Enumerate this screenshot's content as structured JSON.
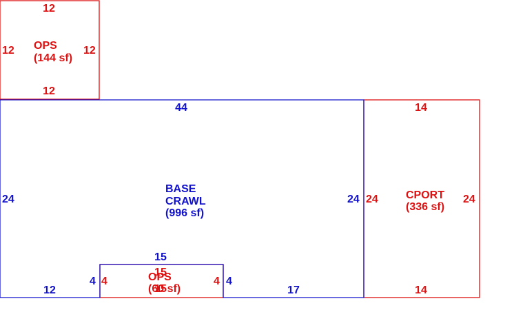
{
  "colors": {
    "ops": "#dd1111",
    "base": "#1111cc",
    "cport": "#dd1111"
  },
  "areas": {
    "ops_top": {
      "name": "OPS",
      "area": "(144 sf)",
      "dims": {
        "top": "12",
        "bottom": "12",
        "left": "12",
        "right": "12"
      }
    },
    "base": {
      "name_line1": "BASE",
      "name_line2": "CRAWL",
      "area": "(996 sf)",
      "dims": {
        "top": "44",
        "left": "24",
        "right": "24",
        "bottom_left": "12",
        "bottom_right": "17",
        "notch_top": "15",
        "notch_left": "4",
        "notch_right": "4"
      }
    },
    "cport": {
      "name": "CPORT",
      "area": "(336 sf)",
      "dims": {
        "top": "14",
        "bottom": "14",
        "left": "24",
        "right": "24"
      }
    },
    "ops_bottom": {
      "name": "OPS",
      "area": "(60 sf)",
      "dims": {
        "top": "15",
        "bottom": "15",
        "left": "4",
        "right": "4"
      }
    }
  }
}
